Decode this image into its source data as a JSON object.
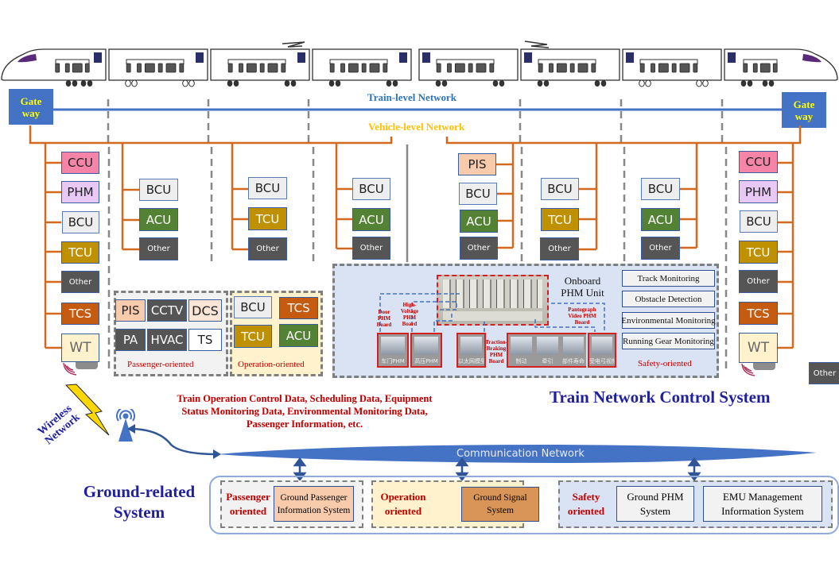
{
  "train": {
    "car_count": 8,
    "gateway_left": "Gate way",
    "gateway_right": "Gate way",
    "train_network_label": "Train-level Network",
    "vehicle_network_label": "Vehicle-level Network"
  },
  "colors": {
    "train_network": "#4472c4",
    "vehicle_network": "#c55a11",
    "train_network_text": "#2e75b6",
    "vehicle_network_text": "#ffc000",
    "title_blue": "#1f1f9f",
    "red_label": "#c00000"
  },
  "car1_devices": [
    "CCU",
    "PHM",
    "BCU",
    "TCU",
    "Other",
    "TCS",
    "WT"
  ],
  "car2_devices": [
    "BCU",
    "ACU",
    "Other"
  ],
  "car3_devices": [
    "BCU",
    "TCU",
    "Other"
  ],
  "car4_devices": [
    "BCU",
    "ACU",
    "Other"
  ],
  "car5_devices": [
    "PIS",
    "BCU",
    "ACU",
    "Other"
  ],
  "car6_devices": [
    "BCU",
    "TCU",
    "Other"
  ],
  "car7_devices": [
    "BCU",
    "ACU",
    "Other"
  ],
  "car8_devices": [
    "CCU",
    "PHM",
    "BCU",
    "TCU",
    "Other",
    "TCS",
    "WT"
  ],
  "stray_other": "Other",
  "passenger_group": {
    "items": [
      "PIS",
      "CCTV",
      "DCS",
      "PA",
      "HVAC",
      "TS"
    ],
    "label": "Passenger-oriented"
  },
  "operation_group": {
    "items": [
      "BCU",
      "TCS",
      "TCU",
      "ACU"
    ],
    "label": "Operation-oriented"
  },
  "safety_group": {
    "onboard_unit": "Onboard PHM Unit",
    "boards": {
      "door": "Door PHM Board",
      "high_voltage": "High-Voltage PHM Board",
      "traction": "Traction-Braking PHM Board",
      "pantograph": "Pantograph Video PHM Board"
    },
    "images": [
      "车门PHM",
      "高压PHM",
      "以太网模型",
      "制动",
      "牵引",
      "部件寿命",
      "受电弓视频"
    ],
    "monitors": [
      "Track Monitoring",
      "Obstacle Detection",
      "Environmental Monitoring",
      "Running Gear Monitoring"
    ],
    "label": "Safety-oriented"
  },
  "wireless_label": "Wireless Network",
  "data_description": "Train Operation Control Data, Scheduling Data, Equipment Status Monitoring Data, Environmental Monitoring Data, Passenger Information, etc.",
  "tncs_title": "Train Network Control System",
  "communication_network": "Communication Network",
  "ground": {
    "title": "Ground-related System",
    "passenger": {
      "label": "Passenger oriented",
      "system": "Ground Passenger Information System"
    },
    "operation": {
      "label": "Operation oriented",
      "system": "Ground Signal System"
    },
    "safety": {
      "label": "Safety oriented",
      "systems": [
        "Ground PHM System",
        "EMU Management Information System"
      ]
    }
  }
}
